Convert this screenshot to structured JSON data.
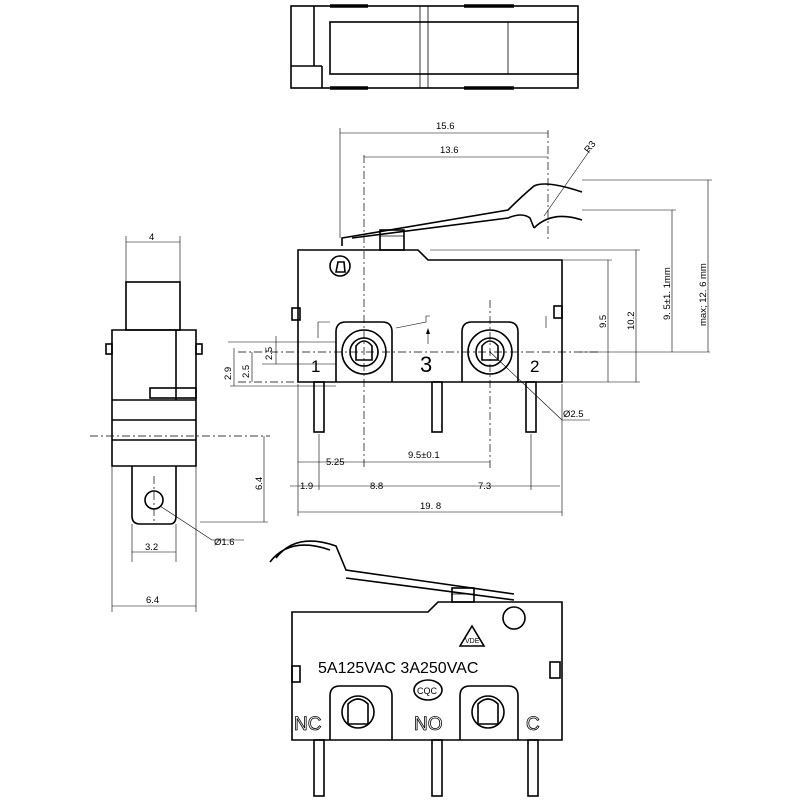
{
  "dimensions": {
    "width_15_6": "15.6",
    "width_13_6": "13.6",
    "radius": "R3",
    "height_9_5": "9.5",
    "height_10_2": "10.2",
    "height_tol": "9. 5±1. 1mm",
    "height_max": "max; 12. 6 mm",
    "h_2_5_a": "2.5",
    "h_2_5_b": "2.5",
    "h_2_9": "2.9",
    "hole_dia": "Ø2.5",
    "x_5_25": "5.25",
    "x_9_5": "9.5±0.1",
    "x_1_9": "1.9",
    "x_8_8": "8.8",
    "x_7_3": "7.3",
    "x_19_8": "19. 8",
    "side_4": "4",
    "side_6_4_v": "6.4",
    "side_dia_1_6": "Ø1.6",
    "side_3_2": "3.2",
    "side_6_4_h": "6.4"
  },
  "terminal_numbers": [
    "1",
    "3",
    "2"
  ],
  "body_labels": {
    "rating": "5A125VAC  3A250VAC",
    "cert": "CQC",
    "vde": "VDE",
    "nc": "NC",
    "no": "NO",
    "c": "C"
  }
}
